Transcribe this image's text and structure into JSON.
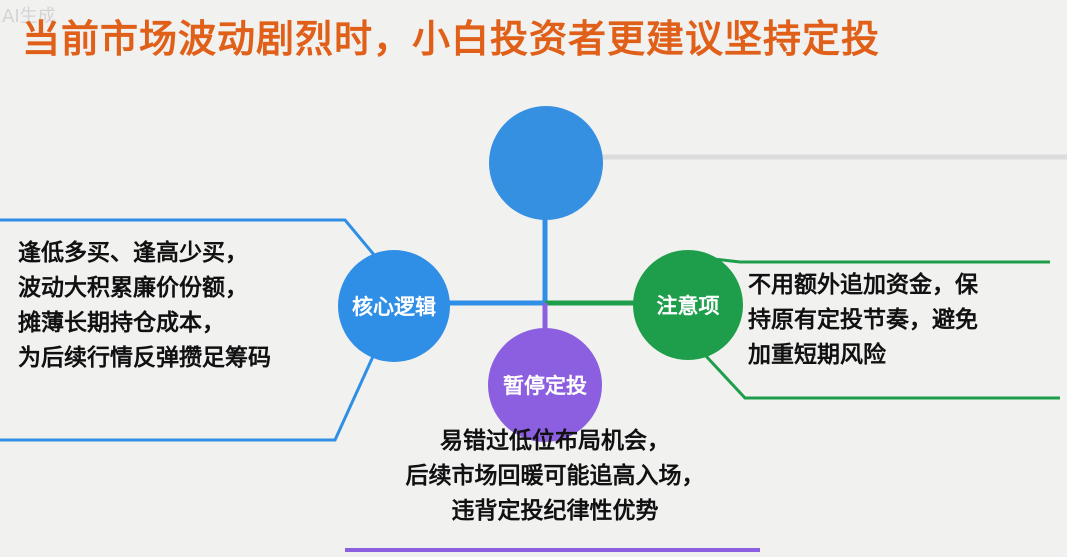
{
  "watermark": "AI生成",
  "title": "当前市场波动剧烈时，小白投资者更建议坚持定投",
  "colors": {
    "title": "#e0601a",
    "blue": "#2f8ee6",
    "green": "#1e9e4a",
    "purple": "#8b5fe0",
    "gray": "#dcdcdc"
  },
  "nodes": {
    "top": {
      "label": ""
    },
    "left": {
      "label": "核心逻辑",
      "lines": [
        "逢低多买、逢高少买，",
        "波动大积累廉价份额，",
        "摊薄长期持仓成本，",
        "为后续行情反弹攒足筹码"
      ]
    },
    "right": {
      "label": "注意项",
      "lines": [
        "不用额外追加资金，保",
        "持原有定投节奏，避免",
        "加重短期风险"
      ]
    },
    "bottom": {
      "label": "暂停定投",
      "lines": [
        "易错过低位布局机会，",
        "后续市场回暖可能追高入场，",
        "违背定投纪律性优势"
      ]
    }
  }
}
